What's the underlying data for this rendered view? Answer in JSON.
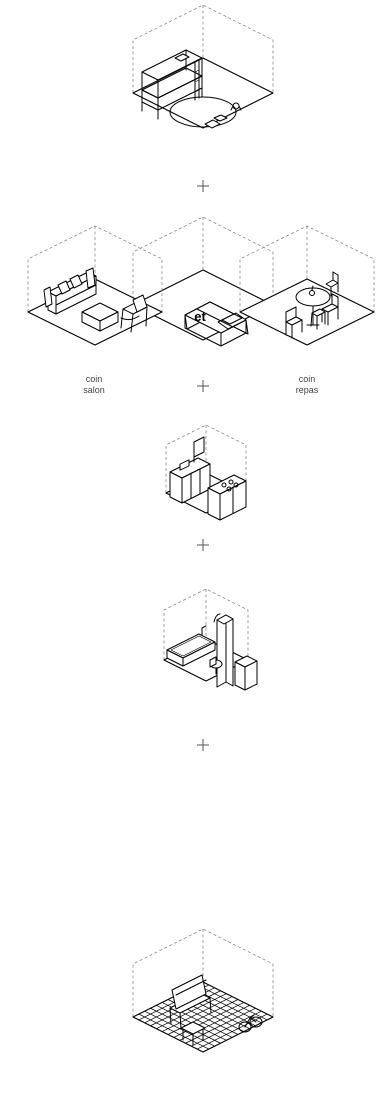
{
  "connector": "et",
  "labels": {
    "living": [
      "coin",
      "salon"
    ],
    "dining": [
      "coin",
      "repas"
    ]
  }
}
